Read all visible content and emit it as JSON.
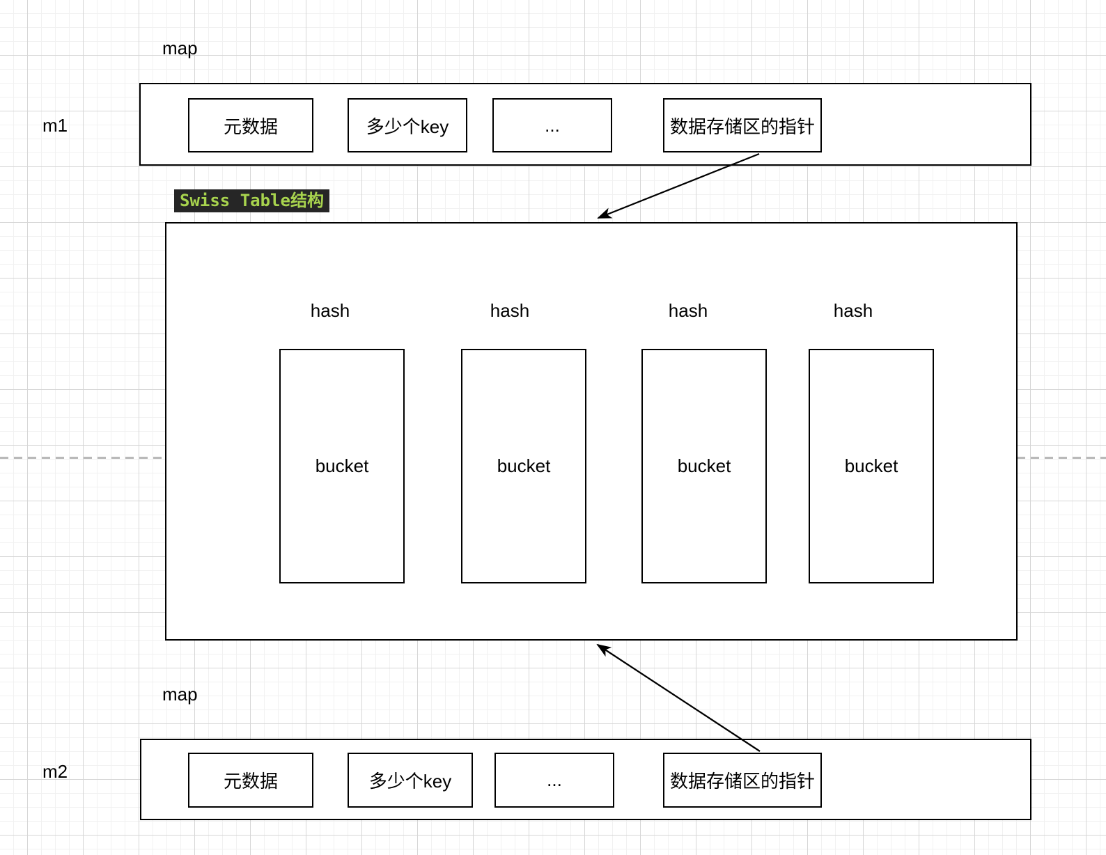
{
  "diagram": {
    "maps": {
      "m1": {
        "caption": "map",
        "var_name": "m1",
        "cells": [
          "元数据",
          "多少个key",
          "...",
          "数据存储区的指针"
        ]
      },
      "m2": {
        "caption": "map",
        "var_name": "m2",
        "cells": [
          "元数据",
          "多少个key",
          "...",
          "数据存储区的指针"
        ]
      }
    },
    "swiss_table": {
      "chip_label": "Swiss Table结构",
      "columns": [
        {
          "hash": "hash",
          "bucket": "bucket"
        },
        {
          "hash": "hash",
          "bucket": "bucket"
        },
        {
          "hash": "hash",
          "bucket": "bucket"
        },
        {
          "hash": "hash",
          "bucket": "bucket"
        }
      ]
    },
    "colors": {
      "stroke": "#000000",
      "chip_bg": "#262626",
      "chip_text": "#a8d44e",
      "grid_minor": "#f1f1f1",
      "grid_major": "#d6d6d6",
      "page_guide": "#b9b9b9"
    }
  }
}
